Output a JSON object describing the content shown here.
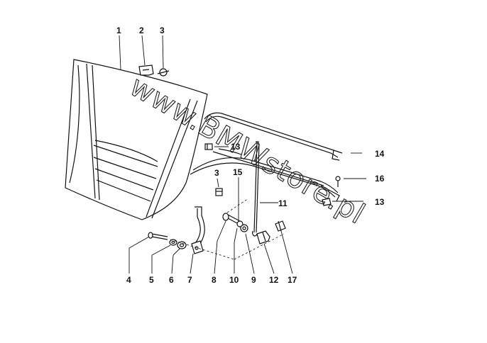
{
  "watermark": "www.BMWstore.pl",
  "callouts": [
    {
      "id": "c1",
      "label": "1"
    },
    {
      "id": "c2",
      "label": "2"
    },
    {
      "id": "c3a",
      "label": "3"
    },
    {
      "id": "c13a",
      "label": "13"
    },
    {
      "id": "c14",
      "label": "14"
    },
    {
      "id": "c3b",
      "label": "3"
    },
    {
      "id": "c15",
      "label": "15"
    },
    {
      "id": "c16",
      "label": "16"
    },
    {
      "id": "c11",
      "label": "11"
    },
    {
      "id": "c13b",
      "label": "13"
    },
    {
      "id": "c4",
      "label": "4"
    },
    {
      "id": "c5",
      "label": "5"
    },
    {
      "id": "c6",
      "label": "6"
    },
    {
      "id": "c7",
      "label": "7"
    },
    {
      "id": "c8",
      "label": "8"
    },
    {
      "id": "c10",
      "label": "10"
    },
    {
      "id": "c9",
      "label": "9"
    },
    {
      "id": "c12",
      "label": "12"
    },
    {
      "id": "c17",
      "label": "17"
    }
  ]
}
